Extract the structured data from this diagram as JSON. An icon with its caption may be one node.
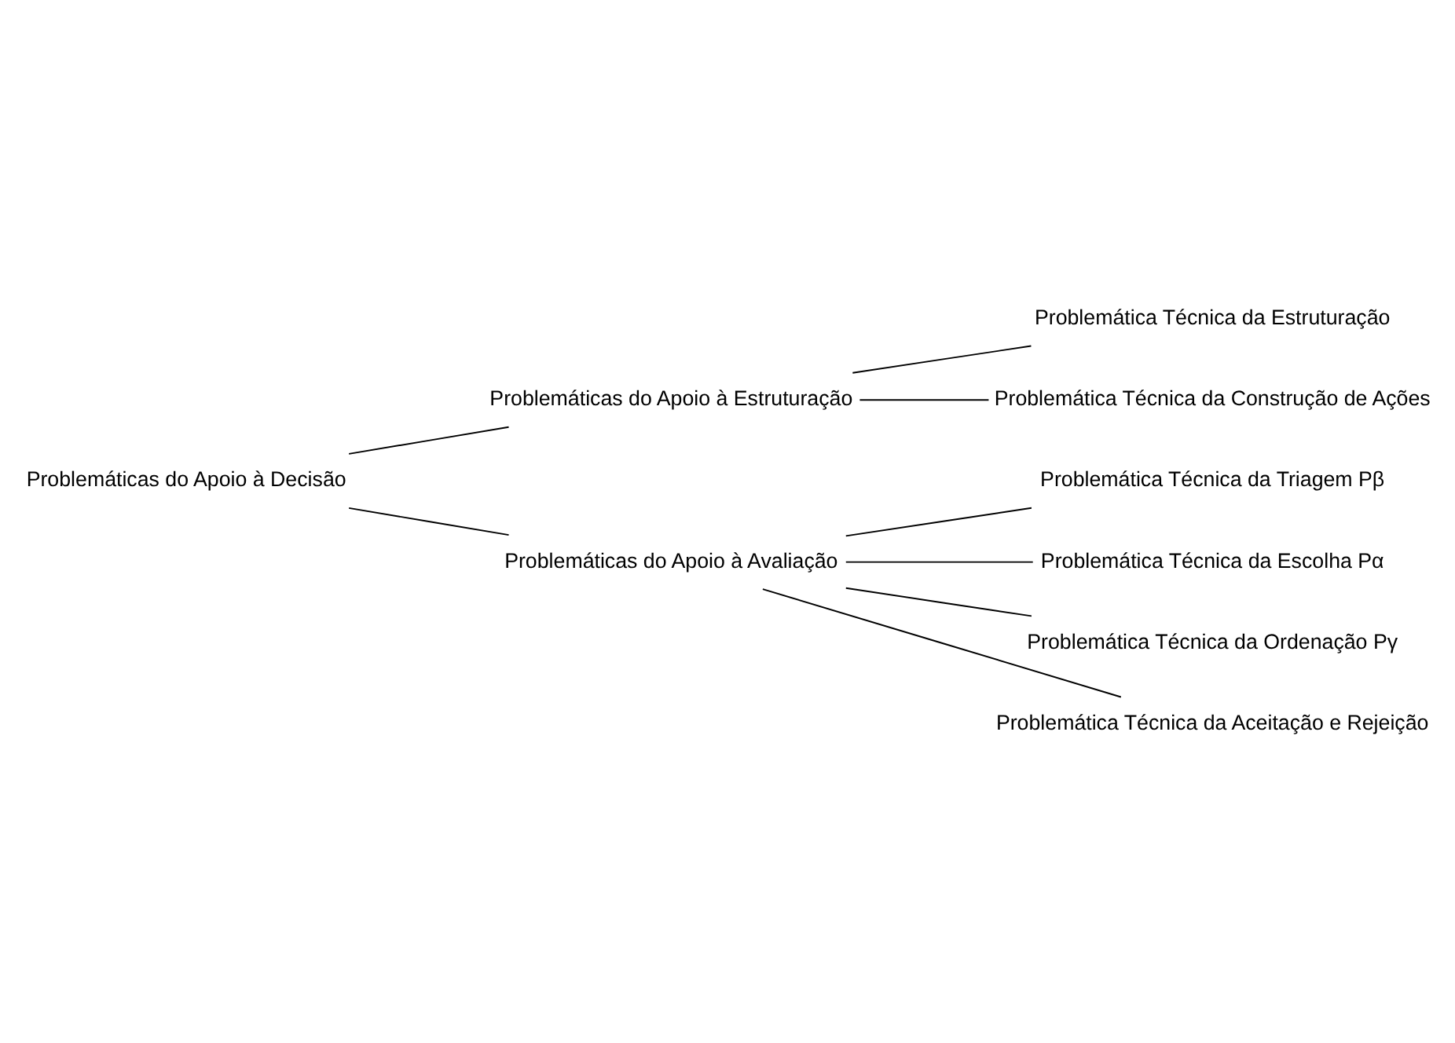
{
  "diagram": {
    "nodes": [
      {
        "text": [
          "Problemáticas do Apoio à Decisão"
        ]
      },
      {
        "text": [
          "Problemáticas do Apoio à Estruturação"
        ]
      },
      {
        "text": [
          "Problemática Técnica da Estruturação"
        ]
      },
      {
        "text": [
          "Problemática Técnica da Construção de Ações"
        ]
      },
      {
        "text": [
          "Problemáticas do Apoio à Avaliação"
        ]
      },
      {
        "text": [
          "Problemática Técnica da Triagem Pβ"
        ]
      },
      {
        "text": [
          "Problemática Técnica da Escolha Pα"
        ]
      },
      {
        "text": [
          "Problemática Técnica da Ordenação Pγ"
        ]
      },
      {
        "text": [
          "Problemática Técnica da Aceitação e Rejeição"
        ]
      }
    ],
    "edges": [
      {
        "from": 0,
        "to": 1,
        "arrow": "none"
      },
      {
        "from": 0,
        "to": 4,
        "arrow": "none"
      },
      {
        "from": 1,
        "to": 2,
        "arrow": "none"
      },
      {
        "from": 1,
        "to": 3,
        "arrow": "none"
      },
      {
        "from": 4,
        "to": 5,
        "arrow": "none"
      },
      {
        "from": 4,
        "to": 6,
        "arrow": "none"
      },
      {
        "from": 4,
        "to": 7,
        "arrow": "none"
      },
      {
        "from": 4,
        "to": 8,
        "arrow": "none"
      }
    ]
  }
}
